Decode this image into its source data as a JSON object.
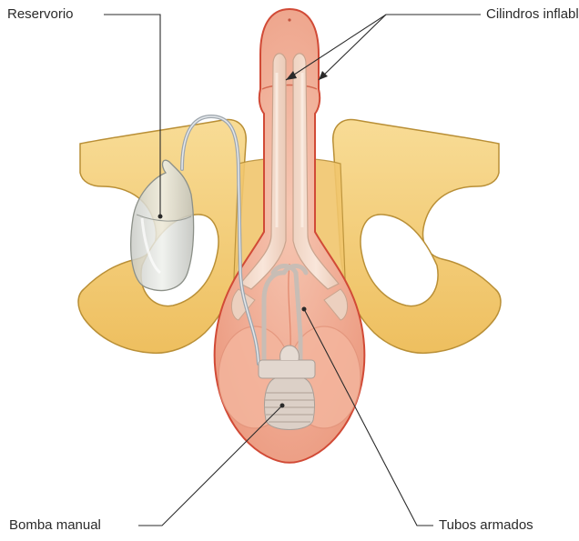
{
  "labels": {
    "reservoir": "Reservorio",
    "cylinders": "Cilindros inflables",
    "pump": "Bomba manual",
    "tubing": "Tubos armados"
  },
  "colors": {
    "bone": "#f3cd78",
    "bone_outline": "#b78d33",
    "skin": "#f4b29c",
    "skin_outline": "#d14a36",
    "cylinder": "#f3dbcc",
    "device": "#dcd5cf",
    "tube": "#9aa1a8"
  }
}
